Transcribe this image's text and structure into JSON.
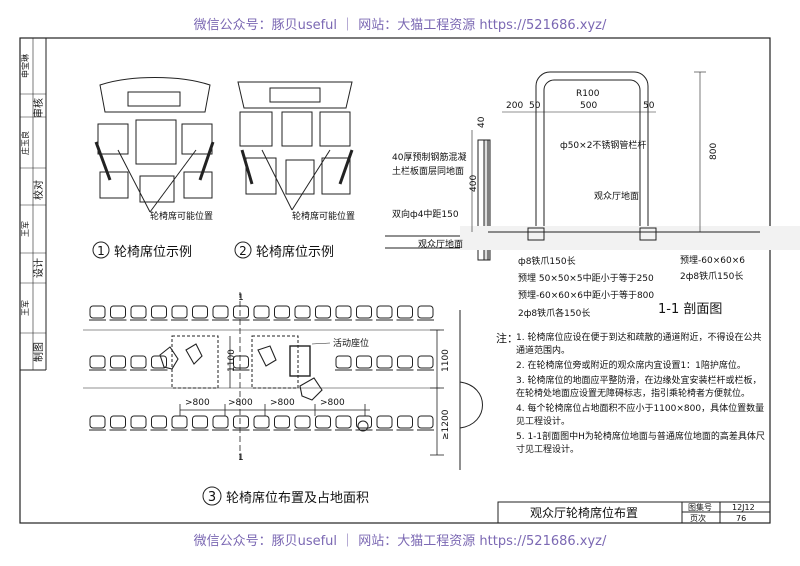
{
  "watermark": {
    "top": "微信公众号：豚贝useful ｜ 网站：大猫工程资源 https://521686.xyz/",
    "bottom": "微信公众号：豚贝useful ｜ 网站：大猫工程资源 https://521686.xyz/"
  },
  "side_panel": {
    "cells": [
      "审核",
      "校对",
      "设计",
      "制图"
    ],
    "signatures": [
      "申宝琳",
      "庄玉良",
      "王军",
      "王军"
    ]
  },
  "examples": {
    "ex1_num": "1",
    "ex1_title": "轮椅席位示例",
    "ex2_num": "2",
    "ex2_title": "轮椅席位示例",
    "ex1_label": "轮椅席可能位置",
    "ex2_label": "轮椅席可能位置"
  },
  "layout_plan": {
    "num": "3",
    "title": "轮椅席位布置及占地面积",
    "section_mark": "1",
    "movable_seat": "活动座位",
    "dims": [
      ">800",
      ">800",
      ">800",
      ">800"
    ],
    "dim_1100_a": "1100",
    "dim_1100_b": "1100",
    "dim_1200": "≥1200"
  },
  "section": {
    "title": "1-1 剖面图",
    "r100": "R100",
    "dim_200": "200",
    "dim_50a": "50",
    "dim_500": "500",
    "dim_50b": "50",
    "dim_40": "40",
    "dim_800": "800",
    "dim_400": "400",
    "rail_label": "ф50×2不锈钢管栏杆",
    "curb_label_1": "40厚预制钢筋混凝",
    "curb_label_2": "土栏板面层同地面",
    "hall_floor": "观众厅地面",
    "bar_label": "双向ф4中距150",
    "hall_floor_left": "观众厅地面",
    "anchor1": "ф8铁爪150长",
    "anchor2": "预埋 50×50×5中距小于等于250",
    "anchor3": "预埋-60×60×6中距小于等于800",
    "anchor4": "2ф8铁爪各150长",
    "anchor5": "预埋-60×60×6",
    "anchor6": "2ф8铁爪150长"
  },
  "notes": {
    "label": "注：",
    "items": [
      "1. 轮椅席位应设在便于到达和疏散的通道附近，不得设在公共通道范围内。",
      "2. 在轮椅席位旁或附近的观众席内宜设置1：1陪护席位。",
      "3. 轮椅席位的地面应平整防滑，在边缘处宜安装栏杆或栏板，在轮椅处地面应设置无障碍标志，指引乘轮椅者方便就位。",
      "4. 每个轮椅席位占地面积不应小于1100×800，具体位置数量见工程设计。",
      "5. 1-1剖面图中H为轮椅席位地面与普通席位地面的高差具体尺寸见工程设计。"
    ]
  },
  "title_block": {
    "title": "观众厅轮椅席位布置",
    "atlas_label": "图集号",
    "atlas_value": "12J12",
    "page_label": "页次",
    "page_value": "76"
  }
}
